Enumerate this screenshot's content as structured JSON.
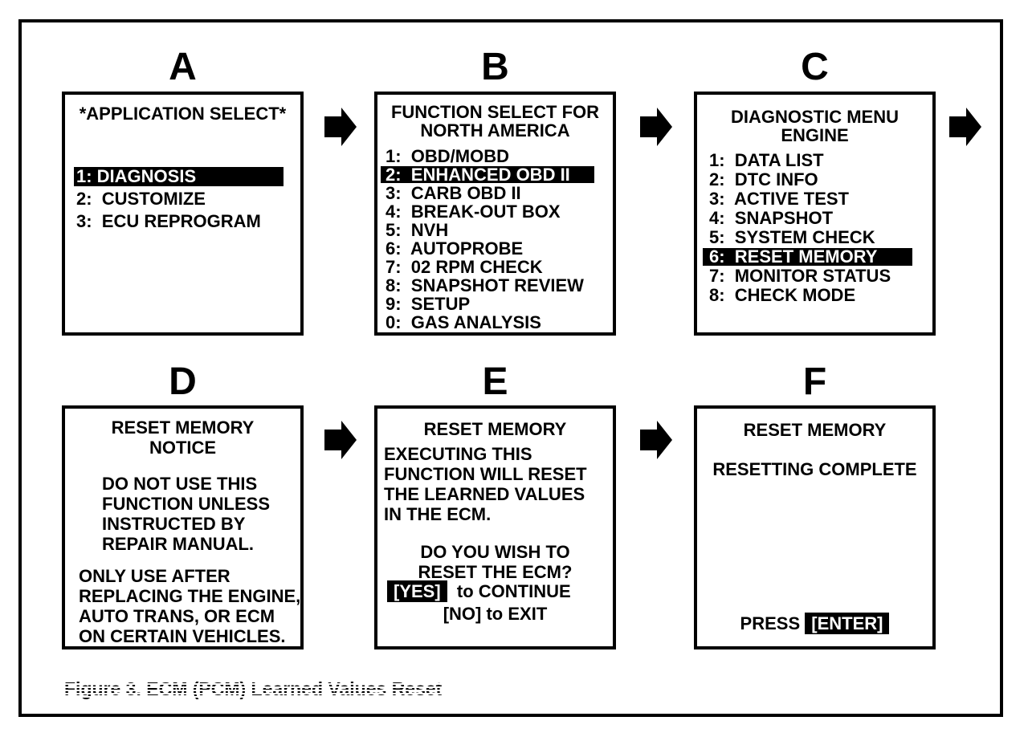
{
  "figure": {
    "caption": "Figure 3. ECM (PCM) Learned Values Reset"
  },
  "colors": {
    "ink": "#000000",
    "paper": "#ffffff",
    "highlight_bg": "#000000",
    "highlight_text": "#ffffff"
  },
  "panels": {
    "a": {
      "label": "A",
      "title": "*APPLICATION SELECT*",
      "items": [
        {
          "text": "1: DIAGNOSIS",
          "highlighted": true
        },
        {
          "text": "2:  CUSTOMIZE",
          "highlighted": false
        },
        {
          "text": "3:  ECU REPROGRAM",
          "highlighted": false
        }
      ]
    },
    "b": {
      "label": "B",
      "title_line1": "FUNCTION SELECT FOR",
      "title_line2": "NORTH AMERICA",
      "items": [
        {
          "text": "1:  OBD/MOBD",
          "highlighted": false
        },
        {
          "text": "2:  ENHANCED OBD II",
          "highlighted": true
        },
        {
          "text": "3:  CARB OBD II",
          "highlighted": false
        },
        {
          "text": "4:  BREAK-OUT BOX",
          "highlighted": false
        },
        {
          "text": "5:  NVH",
          "highlighted": false
        },
        {
          "text": "6:  AUTOPROBE",
          "highlighted": false
        },
        {
          "text": "7:  02 RPM CHECK",
          "highlighted": false
        },
        {
          "text": "8:  SNAPSHOT REVIEW",
          "highlighted": false
        },
        {
          "text": "9:  SETUP",
          "highlighted": false
        },
        {
          "text": "0:  GAS ANALYSIS",
          "highlighted": false
        }
      ]
    },
    "c": {
      "label": "C",
      "title_line1": "DIAGNOSTIC MENU",
      "title_line2": "ENGINE",
      "items": [
        {
          "text": "1:  DATA LIST",
          "highlighted": false
        },
        {
          "text": "2:  DTC INFO",
          "highlighted": false
        },
        {
          "text": "3:  ACTIVE TEST",
          "highlighted": false
        },
        {
          "text": "4:  SNAPSHOT",
          "highlighted": false
        },
        {
          "text": "5:  SYSTEM CHECK",
          "highlighted": false
        },
        {
          "text": "6:  RESET MEMORY",
          "highlighted": true
        },
        {
          "text": "7:  MONITOR STATUS",
          "highlighted": false
        },
        {
          "text": "8:  CHECK MODE",
          "highlighted": false
        }
      ]
    },
    "d": {
      "label": "D",
      "heading_line1": "RESET MEMORY",
      "heading_line2": "NOTICE",
      "para1": [
        "DO NOT USE THIS",
        "FUNCTION UNLESS",
        "INSTRUCTED BY",
        "REPAIR MANUAL."
      ],
      "para2": [
        "ONLY USE AFTER",
        "REPLACING THE ENGINE,",
        "AUTO TRANS, OR ECM",
        "ON CERTAIN VEHICLES."
      ]
    },
    "e": {
      "label": "E",
      "heading": "RESET MEMORY",
      "body": [
        "EXECUTING THIS",
        "FUNCTION WILL RESET",
        "THE LEARNED VALUES",
        "IN THE ECM."
      ],
      "question_line1": "DO YOU WISH TO",
      "question_line2": "RESET THE ECM?",
      "yes_label": "[YES]",
      "yes_rest": "to CONTINUE",
      "no_line": "[NO] to EXIT"
    },
    "f": {
      "label": "F",
      "heading": "RESET MEMORY",
      "status": "RESETTING COMPLETE",
      "press_label": "PRESS",
      "enter_key": "[ENTER]"
    }
  }
}
